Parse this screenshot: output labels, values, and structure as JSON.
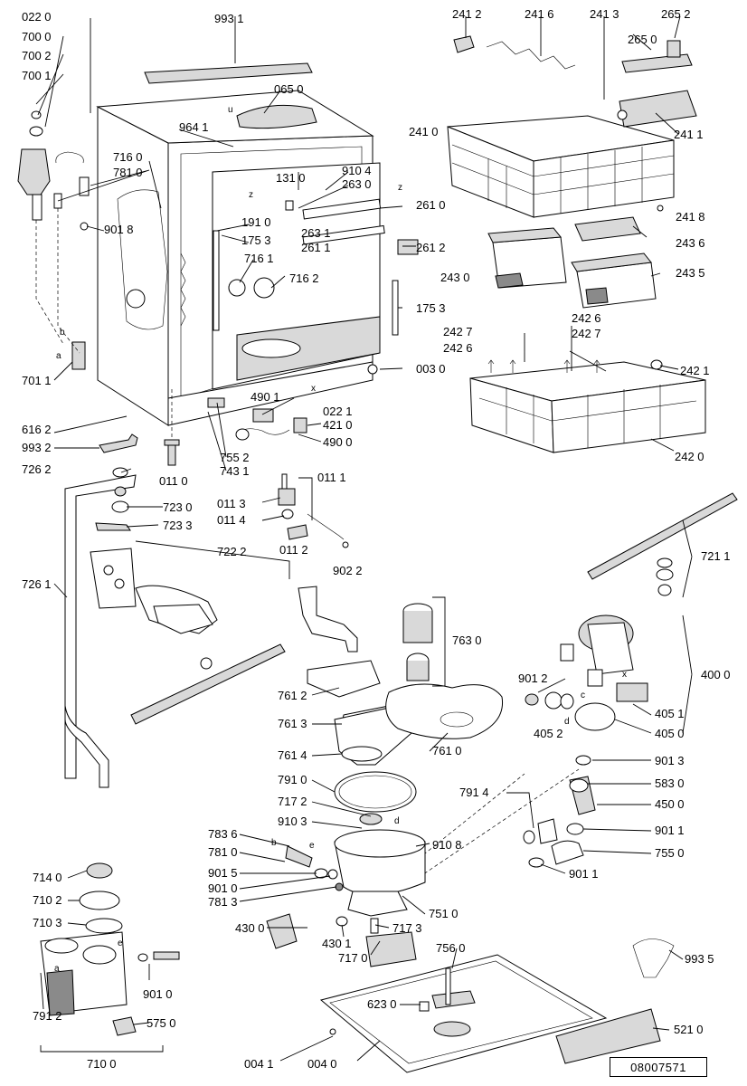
{
  "document_code": "08007571",
  "labels": {
    "l0220": "022 0",
    "l7000": "700 0",
    "l7002": "700 2",
    "l7001": "700 1",
    "l9931": "993 1",
    "l0650": "065 0",
    "l9641": "964 1",
    "l7160": "716 0",
    "l7810": "781 0",
    "l9018": "901 8",
    "l1310": "131 0",
    "l9104": "910 4",
    "l2630": "263 0",
    "l1910": "191 0",
    "l1753a": "175 3",
    "l2631": "263 1",
    "l2611": "261 1",
    "l7161": "716 1",
    "l7162": "716 2",
    "l1753b": "175 3",
    "l7011": "701 1",
    "l6162": "616 2",
    "l9932": "993 2",
    "l4901": "490 1",
    "l4210": "421 0",
    "l4900": "490 0",
    "l0221": "022 1",
    "l0030": "003 0",
    "l7552": "755 2",
    "l7431": "743 1",
    "l0110": "011 0",
    "l2412": "241 2",
    "l2416": "241 6",
    "l2413": "241 3",
    "l2652": "265 2",
    "l2650": "265 0",
    "l2411": "241 1",
    "l2410": "241 0",
    "l2610": "261 0",
    "l2612": "261 2",
    "l2418": "241 8",
    "l2436": "243 6",
    "l2430": "243 0",
    "l2435": "243 5",
    "l2427a": "242 7",
    "l2426a": "242 6",
    "l2426b": "242 6",
    "l2427b": "242 7",
    "l2421": "242 1",
    "l2420": "242 0",
    "l7262": "726 2",
    "l7230": "723 0",
    "l7233": "723 3",
    "l0111": "011 1",
    "l0113": "011 3",
    "l0114": "011 4",
    "l0112": "011 2",
    "l9022": "902 2",
    "l7222": "722 2",
    "l7261": "726 1",
    "l7211": "721 1",
    "l7630": "763 0",
    "l7612": "761 2",
    "l7613": "761 3",
    "l7614": "761 4",
    "l7610": "761 0",
    "l4000": "400 0",
    "l9012": "901 2",
    "l4051": "405 1",
    "l4052": "405 2",
    "l4050": "405 0",
    "l9013": "901 3",
    "l7910": "791 0",
    "l5830": "583 0",
    "l7914": "791 4",
    "l4500": "450 0",
    "l7172": "717 2",
    "l9103": "910 3",
    "l9108": "910 8",
    "l9011a": "901 1",
    "l7836": "783 6",
    "l7815": "781 0",
    "l7550": "755 0",
    "l9015": "901 5",
    "l9011b": "901 1",
    "l9010": "901 0",
    "l7813": "781 3",
    "l7510": "751 0",
    "l7140": "714 0",
    "l7102": "710 2",
    "l7103": "710 3",
    "l4300": "430 0",
    "l4301": "430 1",
    "l7173": "717 3",
    "l7170": "717 0",
    "l7560": "756 0",
    "l9935": "993 5",
    "l7912": "791 2",
    "l9010b": "901 0",
    "l6230": "623 0",
    "l5750": "575 0",
    "l5210": "521 0",
    "l7100": "710 0",
    "l0041": "004 1",
    "l0040": "004 0"
  },
  "letters": {
    "u": "u",
    "z1": "z",
    "z2": "z",
    "x1": "x",
    "x2": "x",
    "b1": "b",
    "a1": "a",
    "b2": "b",
    "e1": "e",
    "e2": "e",
    "c1": "c",
    "d1": "d",
    "d2": "d",
    "a2": "a"
  }
}
